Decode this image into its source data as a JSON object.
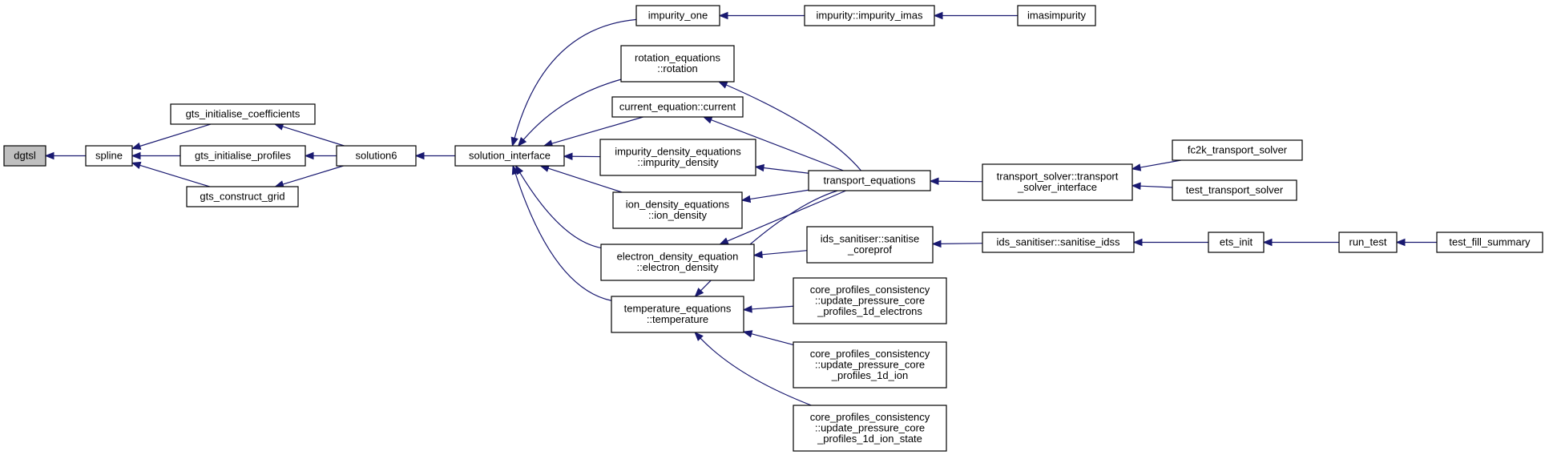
{
  "colors": {
    "edge": "#191970",
    "root_fill": "#bfbfbf",
    "node_fill": "#ffffff",
    "node_stroke": "#000000"
  },
  "nodes": {
    "dgtsl": [
      "dgtsl"
    ],
    "spline": [
      "spline"
    ],
    "gts_initialise_coefficients": [
      "gts_initialise_coefficients"
    ],
    "gts_initialise_profiles": [
      "gts_initialise_profiles"
    ],
    "gts_construct_grid": [
      "gts_construct_grid"
    ],
    "solution6": [
      "solution6"
    ],
    "solution_interface": [
      "solution_interface"
    ],
    "impurity_one": [
      "impurity_one"
    ],
    "rotation_equations": [
      "rotation_equations",
      "::rotation"
    ],
    "current_equation": [
      "current_equation::current"
    ],
    "impurity_density_equations": [
      "impurity_density_equations",
      "::impurity_density"
    ],
    "ion_density_equations": [
      "ion_density_equations",
      "::ion_density"
    ],
    "electron_density_equation": [
      "electron_density_equation",
      "::electron_density"
    ],
    "temperature_equations": [
      "temperature_equations",
      "::temperature"
    ],
    "impurity_imas": [
      "impurity::impurity_imas"
    ],
    "imasimpurity": [
      "imasimpurity"
    ],
    "transport_equations": [
      "transport_equations"
    ],
    "ids_sanitise_coreprof": [
      "ids_sanitiser::sanitise",
      "_coreprof"
    ],
    "cpc_electrons": [
      "core_profiles_consistency",
      "::update_pressure_core",
      "_profiles_1d_electrons"
    ],
    "cpc_ion": [
      "core_profiles_consistency",
      "::update_pressure_core",
      "_profiles_1d_ion"
    ],
    "cpc_ion_state": [
      "core_profiles_consistency",
      "::update_pressure_core",
      "_profiles_1d_ion_state"
    ],
    "transport_solver_interface": [
      "transport_solver::transport",
      "_solver_interface"
    ],
    "fc2k_transport_solver": [
      "fc2k_transport_solver"
    ],
    "test_transport_solver": [
      "test_transport_solver"
    ],
    "sanitise_idss": [
      "ids_sanitiser::sanitise_idss"
    ],
    "ets_init": [
      "ets_init"
    ],
    "run_test": [
      "run_test"
    ],
    "test_fill_summary": [
      "test_fill_summary"
    ]
  }
}
